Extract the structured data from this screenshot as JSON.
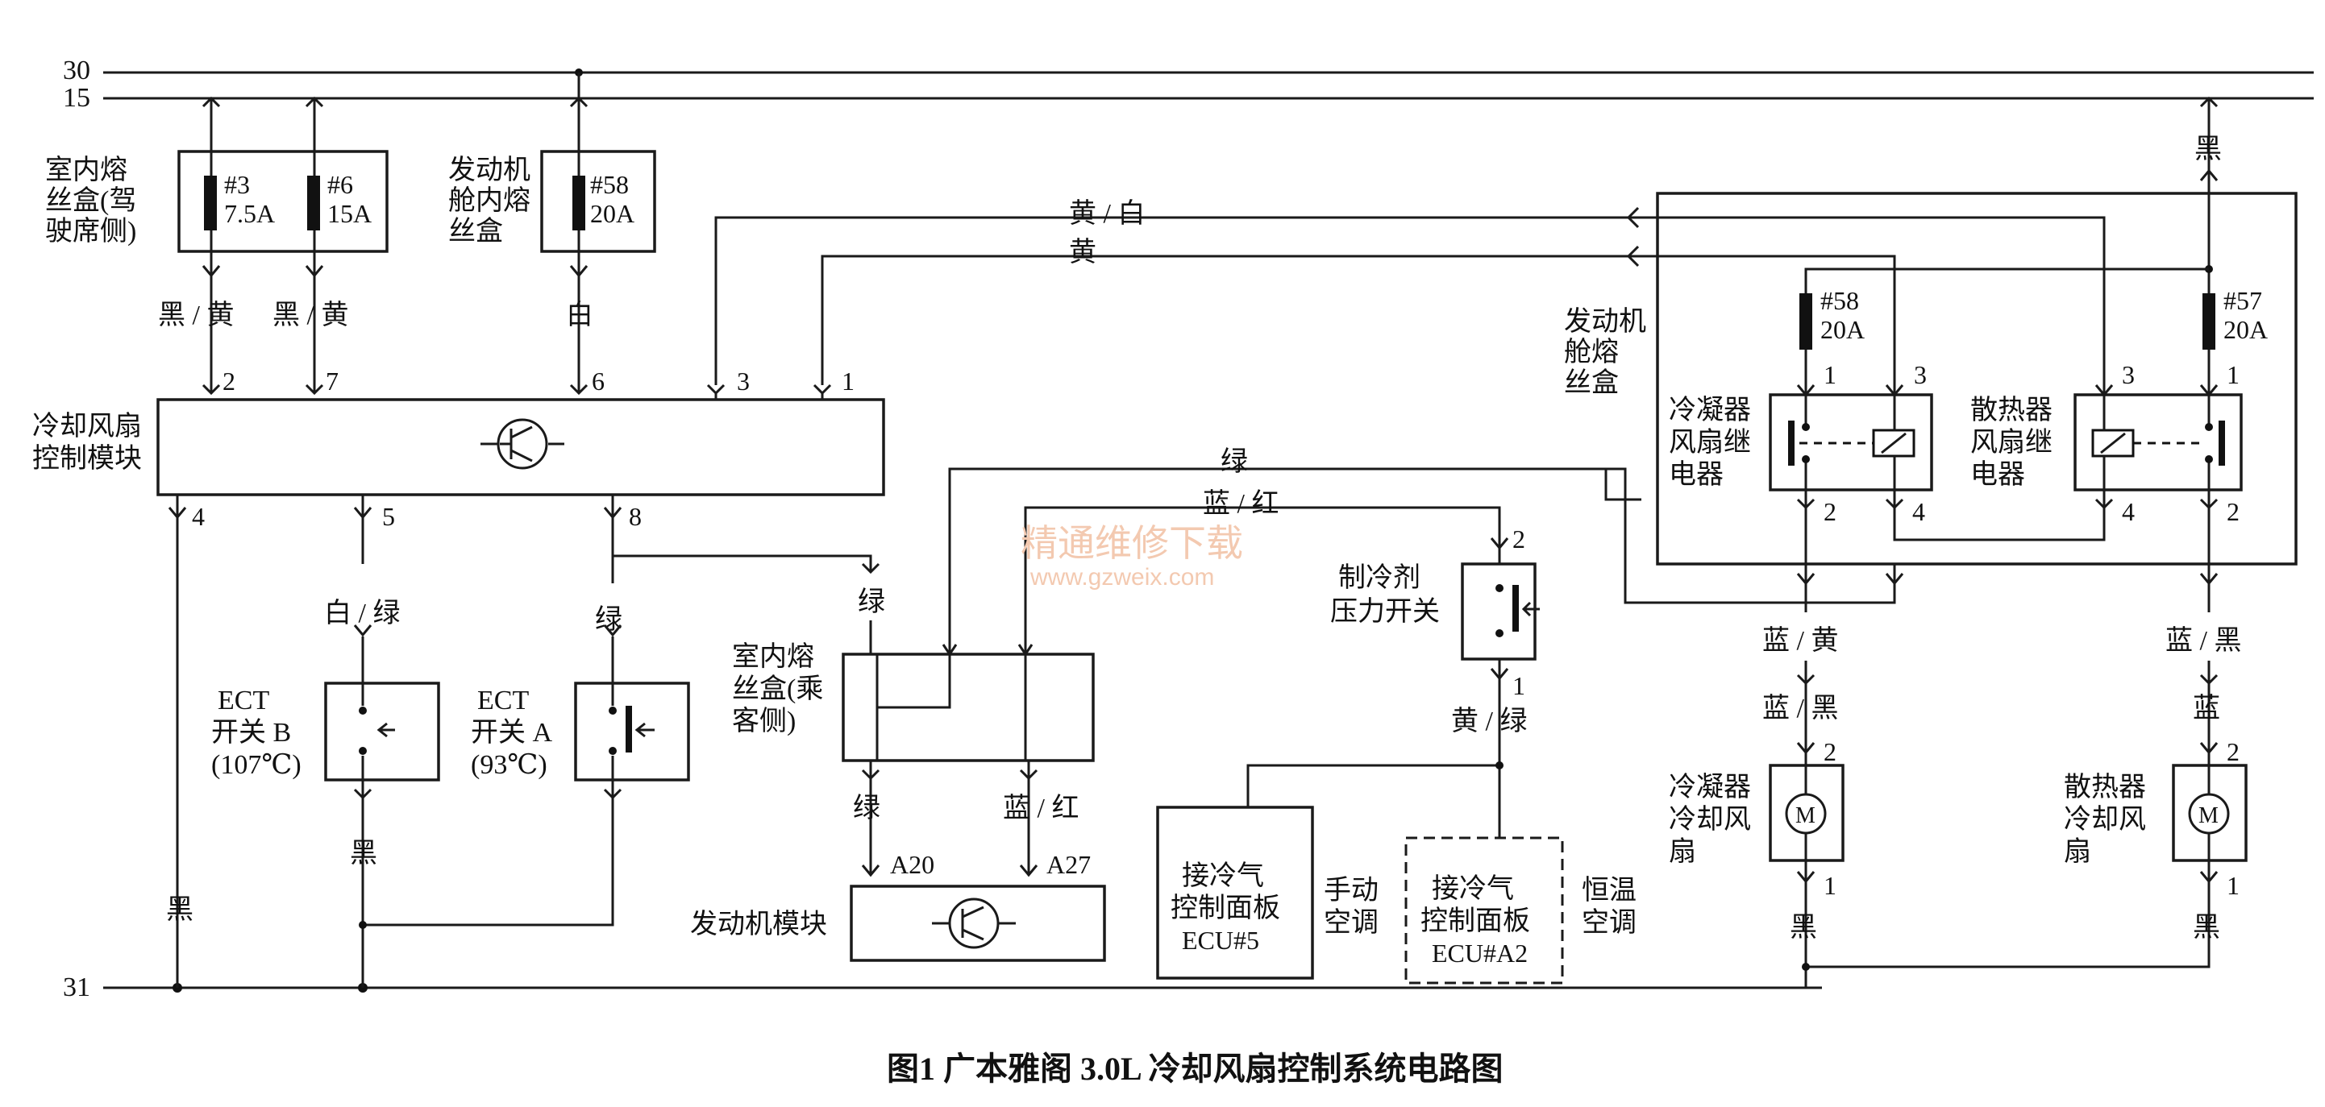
{
  "title": "图1 广本雅阁 3.0L 冷却风扇控制系统电路图",
  "watermark": {
    "name": "精通维修下载",
    "url": "www.gzweix.com"
  },
  "rails": {
    "r30": "30",
    "r15": "15",
    "r31": "31"
  },
  "components": {
    "fusebox_driver": {
      "label": [
        "室内熔",
        "丝盒(驾",
        "驶席侧)"
      ],
      "f1": [
        "#3",
        "7.5A"
      ],
      "f2": [
        "#6",
        "15A"
      ]
    },
    "engine_fusebox_a": {
      "label": [
        "发动机",
        "舱内熔",
        "丝盒"
      ],
      "fuse": [
        "#58",
        "20A"
      ]
    },
    "engine_fusebox_b": {
      "label": [
        "发动机",
        "舱熔",
        "丝盒"
      ],
      "f58": [
        "#58",
        "20A"
      ],
      "f57": [
        "#57",
        "20A"
      ]
    },
    "fan_module": {
      "label": [
        "冷却风扇",
        "控制模块"
      ]
    },
    "ect_b": {
      "label": [
        "ECT",
        "开关 B",
        "(107℃)"
      ]
    },
    "ect_a": {
      "label": [
        "ECT",
        "开关 A",
        "(93℃)"
      ]
    },
    "fusebox_passenger": {
      "label": [
        "室内熔",
        "丝盒(乘",
        "客侧)"
      ]
    },
    "engine_module": {
      "label": "发动机模块"
    },
    "refrig_switch": {
      "label": [
        "制冷剂",
        "压力开关"
      ]
    },
    "cond_relay": {
      "label": [
        "冷凝器",
        "风扇继",
        "电器"
      ]
    },
    "rad_relay": {
      "label": [
        "散热器",
        "风扇继",
        "电器"
      ]
    },
    "cond_fan": {
      "label": [
        "冷凝器",
        "冷却风",
        "扇"
      ]
    },
    "rad_fan": {
      "label": [
        "散热器",
        "冷却风",
        "扇"
      ]
    },
    "ecu_manual": {
      "box": [
        "接冷气",
        "控制面板",
        "ECU#5"
      ],
      "note": [
        "手动",
        "空调"
      ]
    },
    "ecu_auto": {
      "box": [
        "接冷气",
        "控制面板",
        "ECU#A2"
      ],
      "note": [
        "恒温",
        "空调"
      ]
    }
  },
  "wires": {
    "bk_y": "黑 / 黄",
    "w": "白",
    "y_w": "黄 / 白",
    "y": "黄",
    "w_g": "白 / 绿",
    "g": "绿",
    "bu_r": "蓝 / 红",
    "bk": "黑",
    "bu_y": "蓝 / 黄",
    "bu_bk": "蓝 / 黑",
    "bu": "蓝",
    "y_g": "黄 / 绿"
  },
  "pins": {
    "p2": "2",
    "p7": "7",
    "p6": "6",
    "p3": "3",
    "p1": "1",
    "p4": "4",
    "p5": "5",
    "p8": "8",
    "A20": "A20",
    "A27": "A27"
  }
}
